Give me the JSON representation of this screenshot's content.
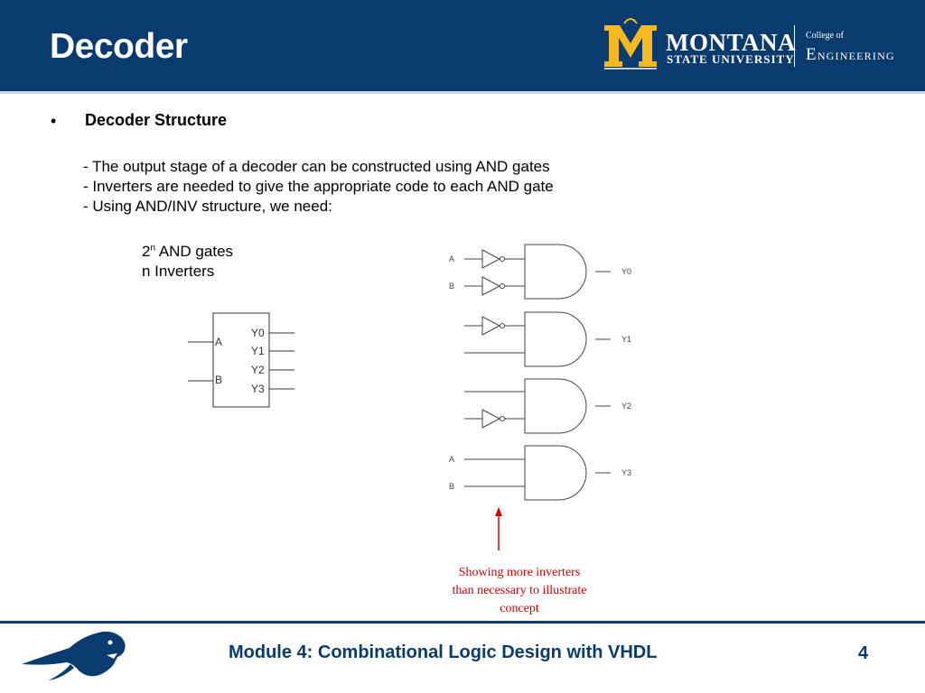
{
  "slide": {
    "title": "Decoder",
    "bullet_symbol": "•",
    "heading": "Decoder Structure",
    "lines": [
      "- The output stage of a decoder can be constructed using AND gates",
      "- Inverters are needed to give the appropriate code to each AND gate",
      "- Using AND/INV structure, we need:"
    ],
    "requirements": {
      "gates_base": "2",
      "gates_exp": "n",
      "gates_label": " AND gates",
      "inverters": "n Inverters"
    },
    "note_lines": [
      "Showing more inverters",
      "than necessary to illustrate",
      "concept"
    ]
  },
  "logo": {
    "name": "MONTANA",
    "sub": "STATE UNIVERSITY",
    "college": "College of",
    "dept": "Engineering"
  },
  "block_diagram": {
    "inputs": [
      "A",
      "B"
    ],
    "outputs": [
      "Y0",
      "Y1",
      "Y2",
      "Y3"
    ]
  },
  "gate_diagram": {
    "input_labels": [
      "A",
      "B",
      "A",
      "B"
    ],
    "output_labels": [
      "Y0",
      "Y1",
      "Y2",
      "Y3"
    ]
  },
  "footer": {
    "title": "Module 4: Combinational Logic Design with VHDL",
    "page": "4"
  },
  "colors": {
    "brand_blue": "#0a3b6e",
    "gold": "#f5b820",
    "note_red": "#d40000"
  }
}
